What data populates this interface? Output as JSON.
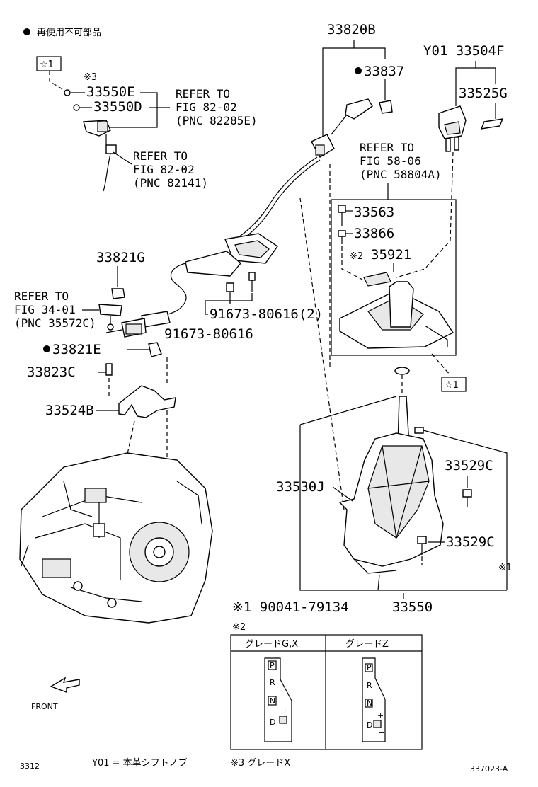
{
  "notes": {
    "reuse_note": "再使用不可部品",
    "y01_note": "Y01 = 本革シフトノブ",
    "note3": "※3 グレードX",
    "footer_left": "3312",
    "footer_right": "337023-A",
    "front_label": "FRONT"
  },
  "marks": {
    "star1_left": "☆1",
    "star1_right": "☆1",
    "note1_mark": "※1",
    "note3_mark": "※3",
    "note2_mark": "※2",
    "note2_header": "※2"
  },
  "parts": {
    "p33820B": "33820B",
    "p33837": "33837",
    "p33504F": "Y01 33504F",
    "p33525G": "33525G",
    "p33550E": "33550E",
    "p33550D": "33550D",
    "p33821G": "33821G",
    "p33821E": "33821E",
    "p33823C": "33823C",
    "p33524B": "33524B",
    "p91673a": "91673-80616(2)",
    "p91673b": "91673-80616",
    "p33563": "33563",
    "p33866": "33866",
    "p35921": "35921",
    "p33530J": "33530J",
    "p33529C_a": "33529C",
    "p33529C_b": "33529C",
    "p33550": "33550",
    "p90041": "※1  90041-79134"
  },
  "refs": {
    "ref1": {
      "l1": "REFER TO",
      "l2": "FIG 82-02",
      "l3": "(PNC 82285E)"
    },
    "ref2": {
      "l1": "REFER TO",
      "l2": "FIG 82-02",
      "l3": "(PNC 82141)"
    },
    "ref3": {
      "l1": "REFER TO",
      "l2": "FIG 34-01",
      "l3": "(PNC 35572C)"
    },
    "ref4": {
      "l1": "REFER TO",
      "l2": "FIG 58-06",
      "l3": "(PNC 58804A)"
    }
  },
  "grade_table": {
    "col1": "グレードG,X",
    "col2": "グレードZ",
    "g1_p": "P",
    "g1_r": "R",
    "g1_n": "N",
    "g1_d": "D",
    "g1_plus": "+",
    "g1_minus": "−",
    "g2_p": "P",
    "g2_r": "R",
    "g2_n": "N",
    "g2_d": "D",
    "g2_plus": "+",
    "g2_minus": "−"
  }
}
